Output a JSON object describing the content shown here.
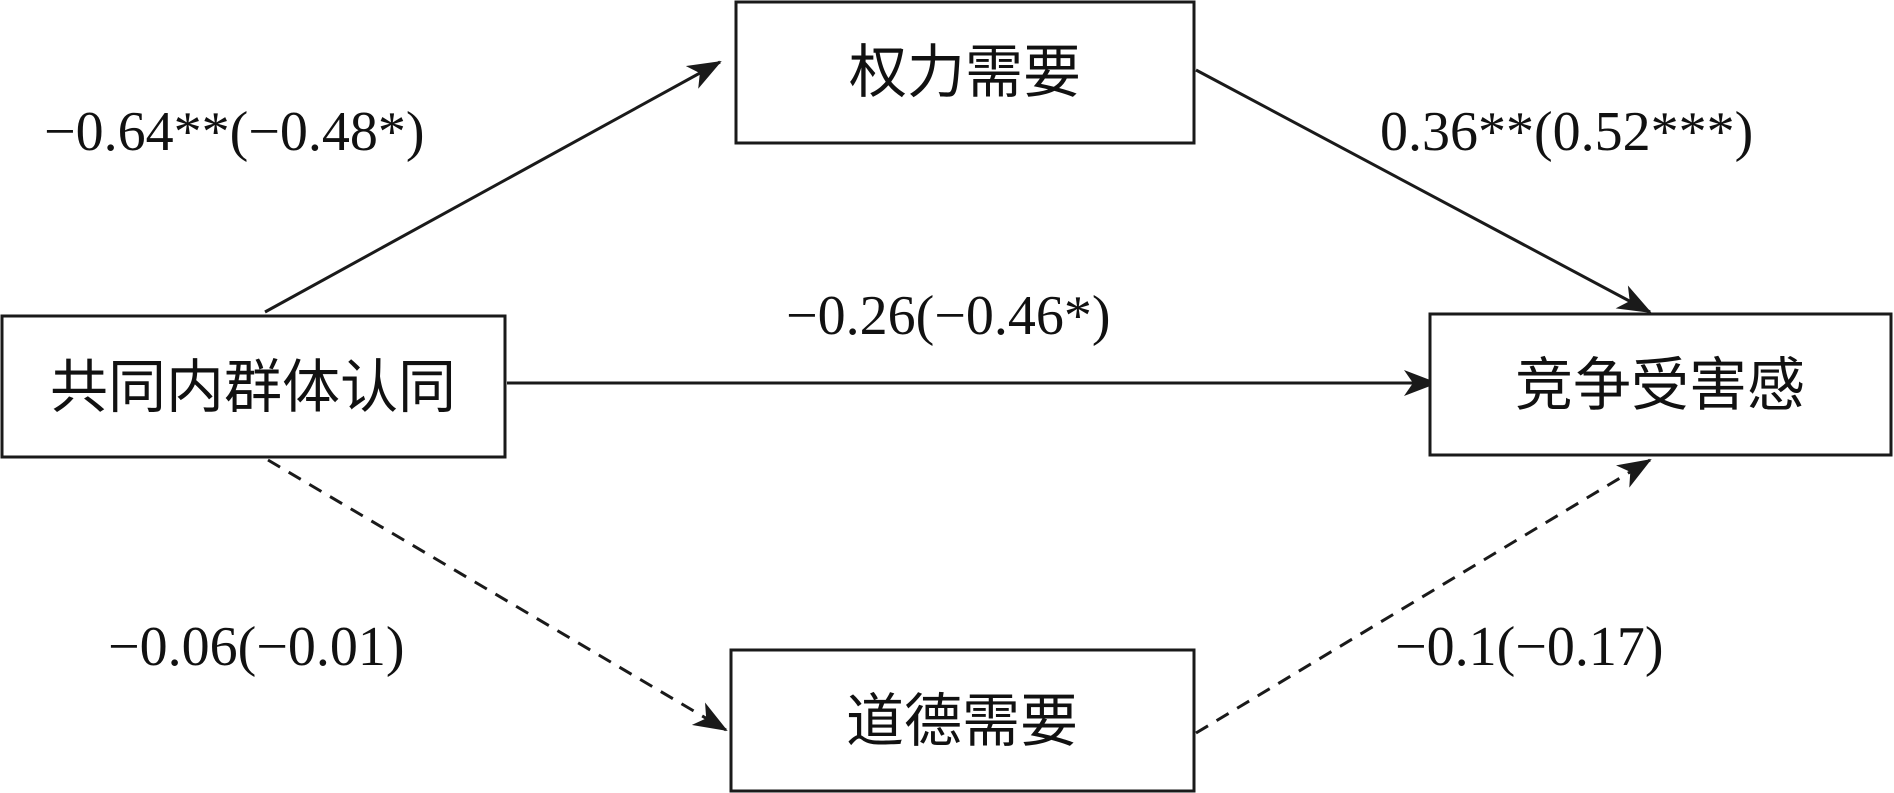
{
  "nodes": {
    "power_need": "权力需要",
    "common_ingroup_identity": "共同内群体认同",
    "competitive_victimhood": "竞争受害感",
    "moral_need": "道德需要"
  },
  "edges": {
    "identity_to_power": "−0.64**(−0.48*)",
    "power_to_victimhood": "0.36**(0.52***)",
    "identity_to_victimhood": "−0.26(−0.46*)",
    "identity_to_moral": "−0.06(−0.01)",
    "moral_to_victimhood": "−0.1(−0.17)"
  },
  "colors": {
    "line": "#1a1a1a",
    "text": "#111111",
    "background": "#ffffff"
  }
}
